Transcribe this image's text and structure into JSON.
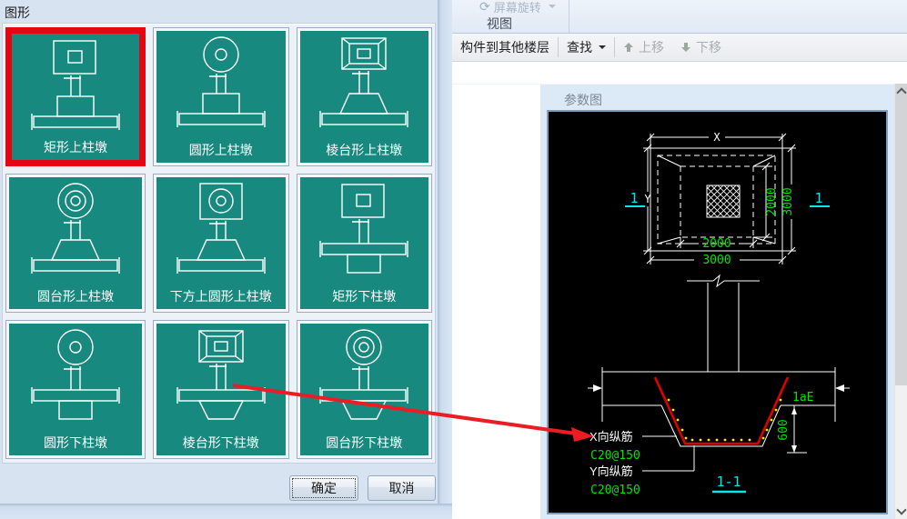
{
  "ribbon": {
    "screen_rotate": "屏幕旋转",
    "view_group": "视图"
  },
  "icons": {
    "screen_rotate_icon": "⟳"
  },
  "toolbar": {
    "to_other_floors": "构件到其他楼层",
    "find": "查找",
    "move_up": "上移",
    "move_down": "下移"
  },
  "dialog": {
    "title": "图形",
    "ok": "确定",
    "cancel": "取消",
    "tiles": [
      {
        "label": "矩形上柱墩",
        "selected": true
      },
      {
        "label": "圆形上柱墩",
        "selected": false
      },
      {
        "label": "棱台形上柱墩",
        "selected": false
      },
      {
        "label": "圆台形上柱墩",
        "selected": false
      },
      {
        "label": "下方上圆形上柱墩",
        "selected": false
      },
      {
        "label": "矩形下柱墩",
        "selected": false
      },
      {
        "label": "圆形下柱墩",
        "selected": false
      },
      {
        "label": "棱台形下柱墩",
        "selected": false
      },
      {
        "label": "圆台形下柱墩",
        "selected": false
      }
    ]
  },
  "panel": {
    "title": "参数图",
    "diagram": {
      "dim_x": "X",
      "dim_y": "Y",
      "section_mark_left": "1",
      "section_mark_right": "1",
      "plan_inner_width": "2000",
      "plan_outer_width": "3000",
      "plan_inner_height": "2000",
      "plan_outer_height": "3000",
      "anchorage": "1aE",
      "depth": "600",
      "x_rebar_label": "X向纵筋",
      "x_rebar_spec": "C20@150",
      "y_rebar_label": "Y向纵筋",
      "y_rebar_spec": "C20@150",
      "section_title": "1-1"
    }
  },
  "colors": {
    "tile_teal": "#17897f",
    "selection_red": "#e30613",
    "cad_green": "#00e400",
    "cad_cyan": "#00e8e8",
    "rebar_red": "#e00000",
    "dot_yellow": "#f0f000"
  }
}
